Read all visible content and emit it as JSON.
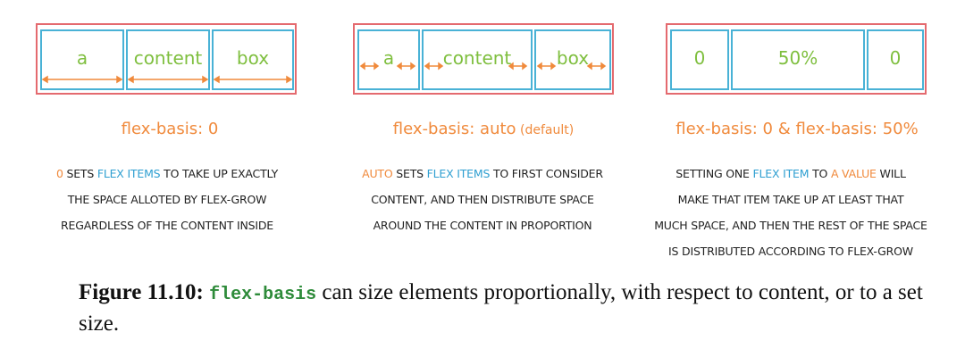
{
  "colors": {
    "outer_border": "#e46a6f",
    "item_border": "#49b2d6",
    "item_text": "#7fbf3f",
    "label_orange": "#f08a3c",
    "highlight_blue": "#2f9fd1"
  },
  "panels": [
    {
      "items": [
        "a",
        "content",
        "box"
      ],
      "label": "flex-basis: 0",
      "label_suffix": "",
      "desc": {
        "l1a": "0",
        "l1b": " SETS ",
        "l1c": "FLEX ITEMS",
        "l1d": " TO TAKE UP EXACTLY",
        "l2": "THE SPACE ALLOTED BY FLEX-GROW",
        "l3": "REGARDLESS OF THE CONTENT INSIDE"
      }
    },
    {
      "items": [
        "a",
        "content",
        "box"
      ],
      "label": "flex-basis: auto",
      "label_suffix": " (default)",
      "desc": {
        "l1a": "AUTO",
        "l1b": " SETS ",
        "l1c": "FLEX ITEMS",
        "l1d": " TO FIRST CONSIDER",
        "l2": "CONTENT, AND THEN DISTRIBUTE SPACE",
        "l3": "AROUND THE CONTENT IN PROPORTION"
      }
    },
    {
      "items": [
        "0",
        "50%",
        "0"
      ],
      "label": "flex-basis: 0  &  flex-basis: 50%",
      "label_suffix": "",
      "desc": {
        "l1a": "SETTING ONE ",
        "l1b": "FLEX ITEM",
        "l1c": " TO ",
        "l1d": "A VALUE",
        "l1e": " WILL",
        "l2": "MAKE THAT ITEM TAKE UP AT LEAST THAT",
        "l3": "MUCH SPACE, AND THEN THE REST OF THE  SPACE",
        "l4": "IS DISTRIBUTED ACCORDING TO FLEX-GROW"
      }
    }
  ],
  "caption": {
    "figure_label": "Figure 11.10:",
    "code": "flex-basis",
    "text": " can size elements proportionally, with respect to content, or to a set size."
  }
}
